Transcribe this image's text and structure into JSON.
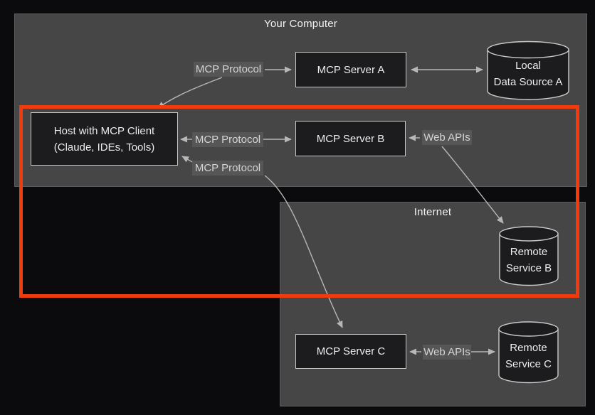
{
  "regions": {
    "your_computer": {
      "title": "Your Computer"
    },
    "internet": {
      "title": "Internet"
    }
  },
  "nodes": {
    "mcp_server_a": {
      "label": "MCP Server A"
    },
    "mcp_server_b": {
      "label": "MCP Server B"
    },
    "mcp_server_c": {
      "label": "MCP Server C"
    },
    "host": {
      "line1": "Host with MCP Client",
      "line2": "(Claude, IDEs, Tools)"
    },
    "local_data_source_a": {
      "line1": "Local",
      "line2": "Data Source A"
    },
    "remote_service_b": {
      "line1": "Remote",
      "line2": "Service B"
    },
    "remote_service_c": {
      "line1": "Remote",
      "line2": "Service C"
    }
  },
  "edge_labels": {
    "protocol_a": "MCP Protocol",
    "protocol_b": "MCP Protocol",
    "protocol_c": "MCP Protocol",
    "web_apis_b": "Web APIs",
    "web_apis_c": "Web APIs"
  },
  "edges": [
    {
      "nodes": [
        "host",
        "mcp_server_a"
      ],
      "label": "MCP Protocol",
      "arrows": "both"
    },
    {
      "nodes": [
        "host",
        "mcp_server_b"
      ],
      "label": "MCP Protocol",
      "arrows": "both"
    },
    {
      "nodes": [
        "host",
        "mcp_server_c"
      ],
      "label": "MCP Protocol",
      "arrows": "both"
    },
    {
      "nodes": [
        "mcp_server_a",
        "local_data_source_a"
      ],
      "label": "",
      "arrows": "both"
    },
    {
      "nodes": [
        "mcp_server_b",
        "remote_service_b"
      ],
      "label": "Web APIs",
      "arrows": "both"
    },
    {
      "nodes": [
        "mcp_server_c",
        "remote_service_c"
      ],
      "label": "Web APIs",
      "arrows": "both"
    }
  ],
  "colors": {
    "background": "#0b0b0d",
    "region_fill": "#464646",
    "region_border": "#5c5c5c",
    "node_fill": "#1c1c1e",
    "node_border": "#c9c9c9",
    "edge": "#b7b7b7",
    "edge_label_bg": "#565656",
    "text": "#ececec",
    "highlight": "#f23b0c"
  }
}
